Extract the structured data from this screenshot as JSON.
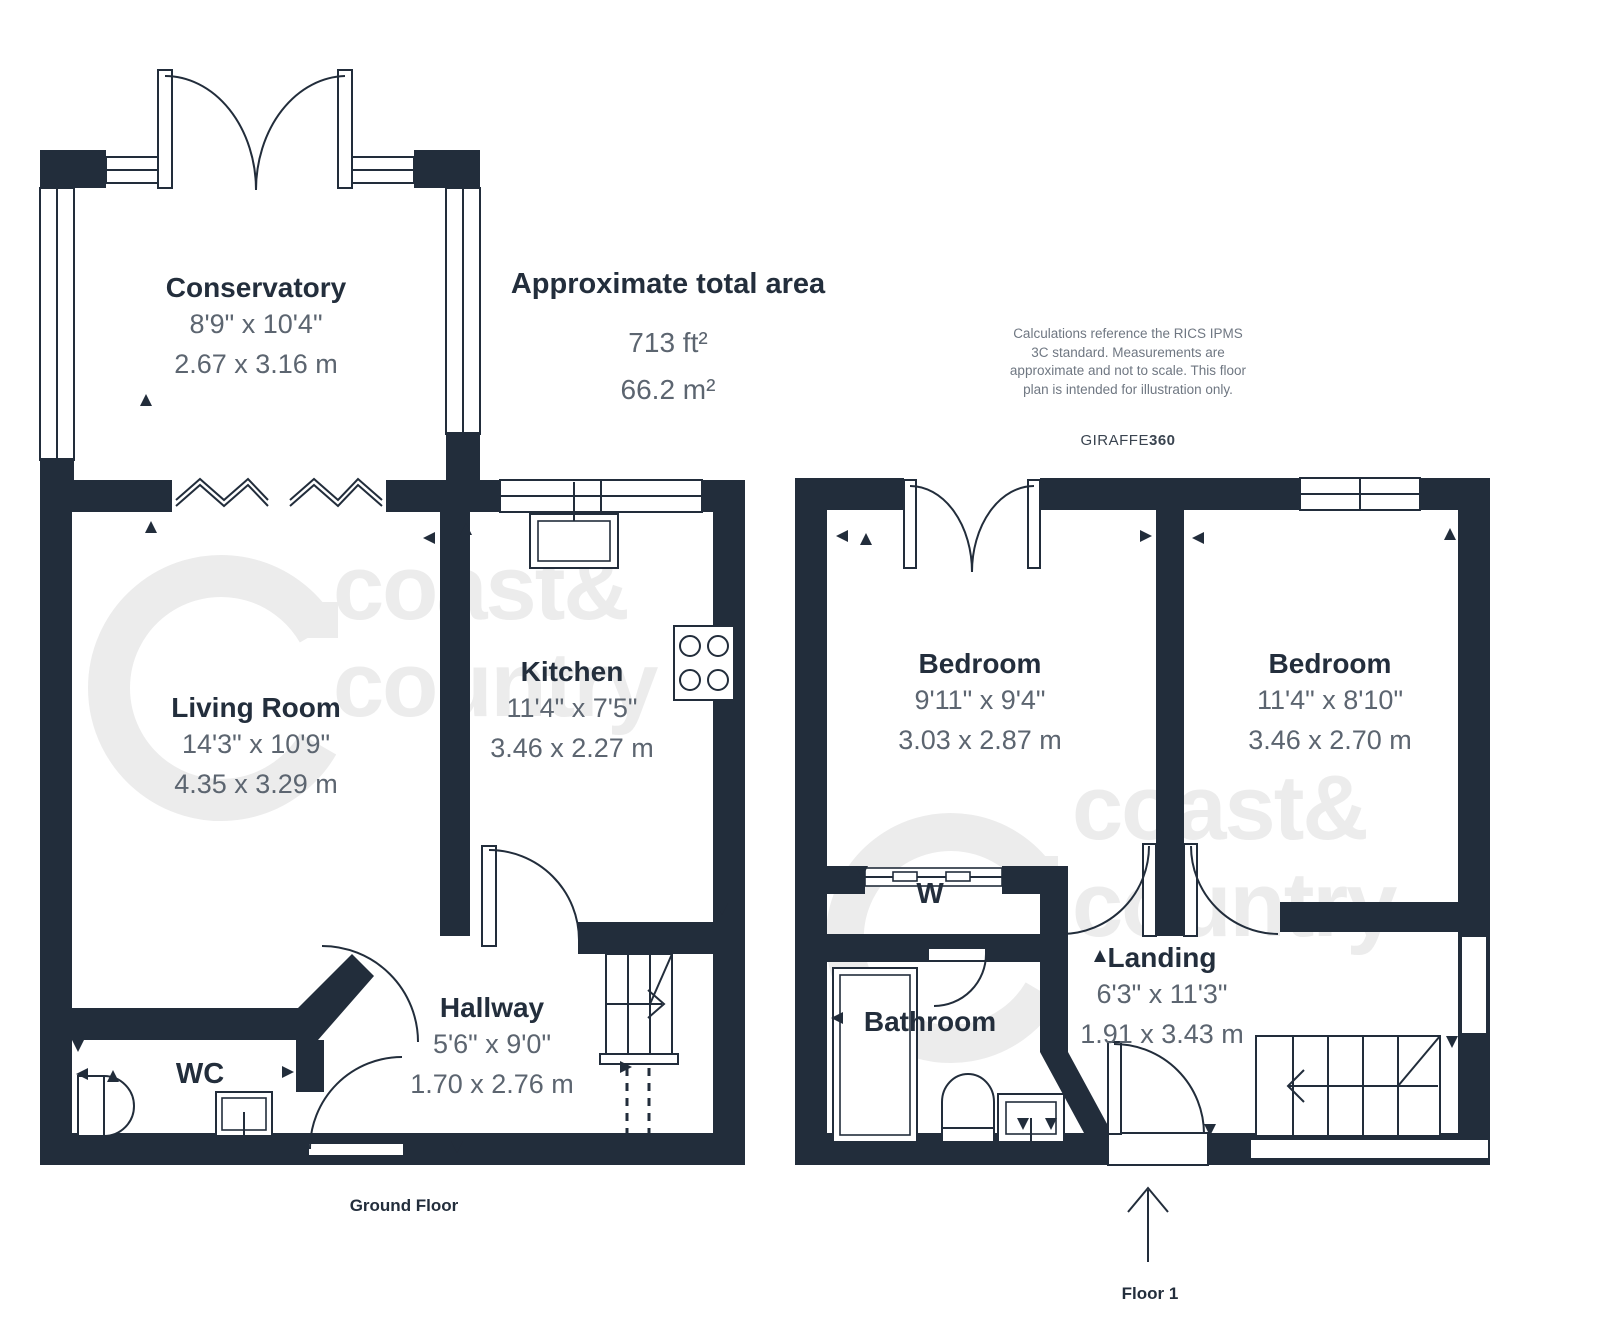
{
  "summary": {
    "title": "Approximate total area",
    "area_ft": "713 ft²",
    "area_m": "66.2 m²",
    "disclaimer": "Calculations reference the RICS IPMS 3C standard. Measurements are approximate and not to scale. This floor plan is intended for illustration only.",
    "brand": "GIRAFFE",
    "brand_bold": "360"
  },
  "watermark": {
    "line1": "coast&",
    "line2": "country"
  },
  "ground_floor": {
    "label": "Ground Floor",
    "rooms": {
      "conservatory": {
        "name": "Conservatory",
        "imperial": "8'9\" x 10'4\"",
        "metric": "2.67 x 3.16 m"
      },
      "living_room": {
        "name": "Living Room",
        "imperial": "14'3\" x 10'9\"",
        "metric": "4.35 x 3.29 m"
      },
      "kitchen": {
        "name": "Kitchen",
        "imperial": "11'4\" x 7'5\"",
        "metric": "3.46 x 2.27 m"
      },
      "hallway": {
        "name": "Hallway",
        "imperial": "5'6\" x 9'0\"",
        "metric": "1.70 x 2.76 m"
      },
      "wc": {
        "name": "WC"
      }
    }
  },
  "floor_1": {
    "label": "Floor 1",
    "rooms": {
      "bedroom_1": {
        "name": "Bedroom",
        "imperial": "9'11\" x 9'4\"",
        "metric": "3.03 x 2.87 m"
      },
      "bedroom_2": {
        "name": "Bedroom",
        "imperial": "11'4\" x 8'10\"",
        "metric": "3.46 x 2.70 m"
      },
      "landing": {
        "name": "Landing",
        "imperial": "6'3\" x 11'3\"",
        "metric": "1.91 x 3.43 m"
      },
      "bathroom": {
        "name": "Bathroom"
      },
      "wardrobe": {
        "name": "W"
      }
    }
  },
  "colors": {
    "wall": "#222d3b",
    "room_label": "#232e3c",
    "dimension_text": "#5c6570",
    "disclaimer_text": "#6f7782",
    "watermark": "#ececec"
  }
}
